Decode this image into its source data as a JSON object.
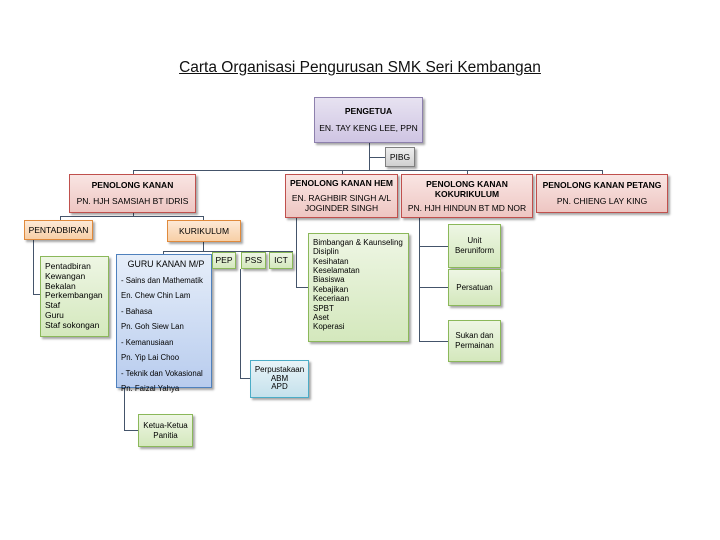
{
  "title": "Carta Organisasi Pengurusan SMK Seri Kembangan",
  "pengetua": {
    "role": "PENGETUA",
    "name": "EN. TAY KENG LEE, PPN"
  },
  "pibg": "PIBG",
  "penolong": [
    {
      "role": "PENOLONG KANAN",
      "name": "PN. HJH SAMSIAH BT IDRIS"
    },
    {
      "role": "PENOLONG KANAN HEM",
      "name": "EN. RAGHBIR SINGH A/L JOGINDER SINGH"
    },
    {
      "role": "PENOLONG KANAN KOKURIKULUM",
      "name": "PN. HJH HINDUN BT MD NOR"
    },
    {
      "role": "PENOLONG KANAN PETANG",
      "name": "PN. CHIENG LAY KING"
    }
  ],
  "pentadbiran": {
    "label": "PENTADBIRAN",
    "items": [
      "Pentadbiran",
      "Kewangan",
      "Bekalan",
      "Perkembangan",
      "Staf",
      "Guru",
      "Staf sokongan"
    ]
  },
  "kurikulum": {
    "label": "KURIKULUM",
    "guru_kanan": {
      "title": "GURU KANAN M/P",
      "lines": [
        "- Sains dan Mathematik",
        "En. Chew Chin Lam",
        "- Bahasa",
        "Pn. Goh Siew Lan",
        "- Kemanusiaan",
        "Pn. Yip Lai Choo",
        "- Teknik dan Vokasional",
        "Pn. Faizal Yahya"
      ]
    },
    "pep": "PEP",
    "pss": "PSS",
    "ict": "ICT",
    "perpustakaan": [
      "Perpustakaan",
      "ABM",
      "APD"
    ],
    "ketua": [
      "Ketua-Ketua",
      "Panitia"
    ]
  },
  "hem_items": [
    "Bimbangan & Kaunseling",
    "Disiplin",
    "Kesihatan",
    "Keselamatan",
    "Biasiswa",
    "Kebajikan",
    "Keceriaan",
    "SPBT",
    "Aset",
    "Koperasi"
  ],
  "koko_items": [
    [
      "Unit",
      "Beruniform"
    ],
    [
      "Persatuan"
    ],
    [
      "Sukan dan",
      "Permainan"
    ]
  ]
}
